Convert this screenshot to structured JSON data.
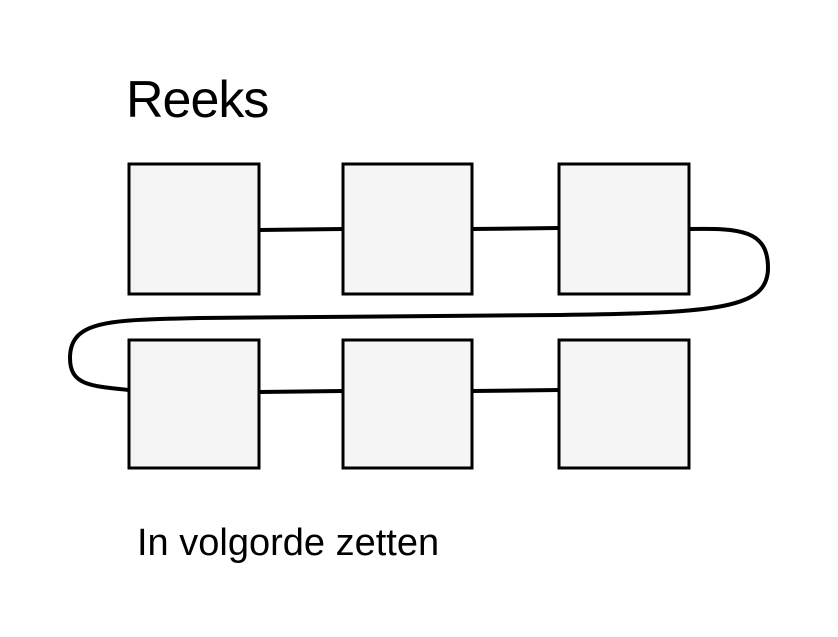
{
  "title": "Reeks",
  "caption": "In volgorde zetten",
  "colors": {
    "box_fill": "#f5f5f5",
    "stroke": "#000000",
    "background": "#ffffff"
  },
  "sequence": {
    "rows": 2,
    "boxes_per_row": 3,
    "order": [
      "box-1",
      "box-2",
      "box-3",
      "box-4",
      "box-5",
      "box-6"
    ]
  }
}
